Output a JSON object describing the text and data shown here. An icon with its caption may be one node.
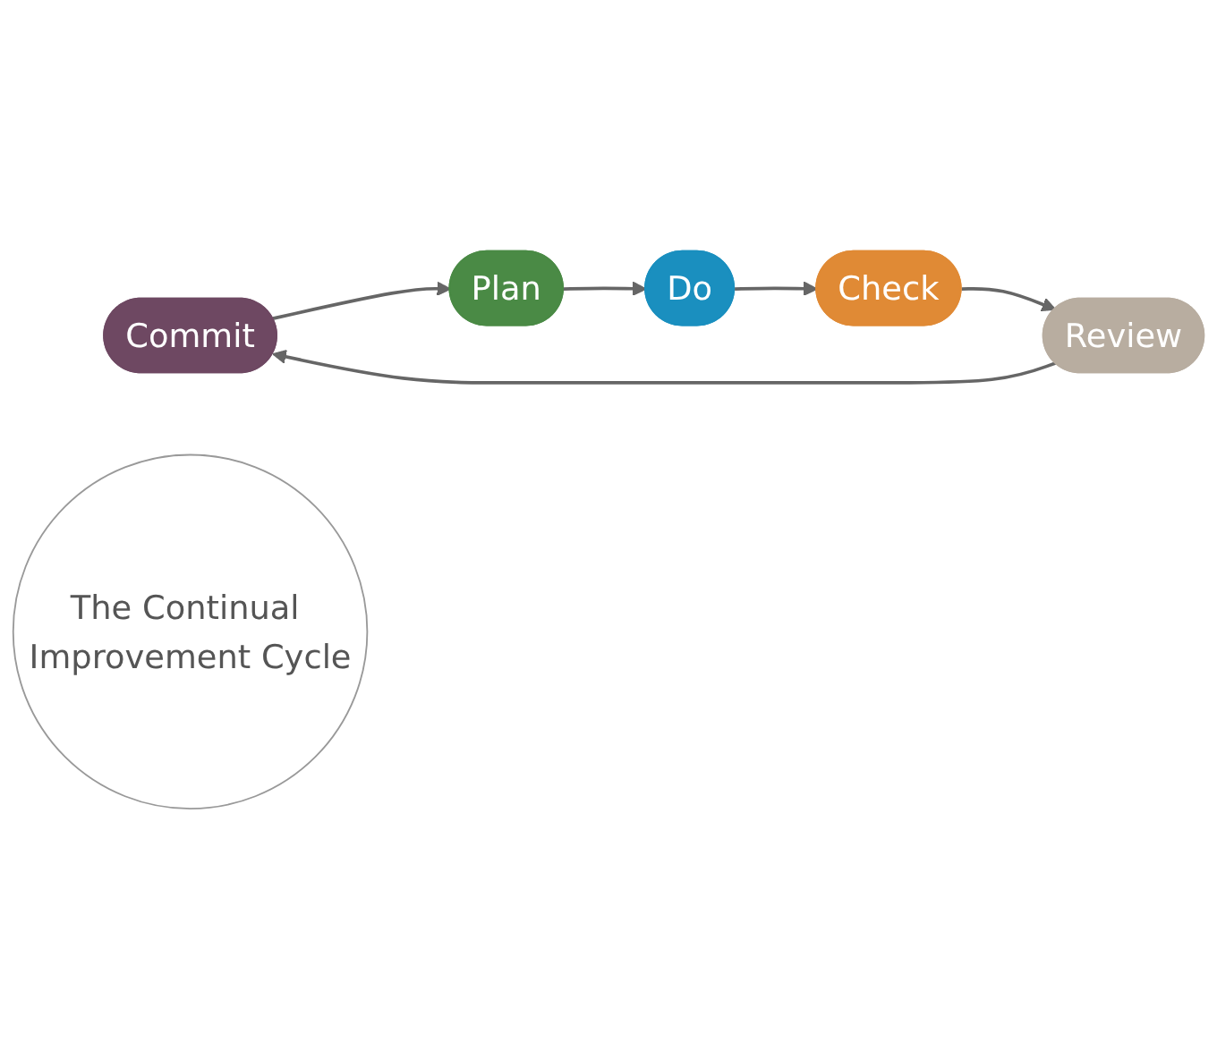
{
  "diagram": {
    "nodes": [
      {
        "text": [
          "Commit"
        ]
      },
      {
        "text": [
          "Plan"
        ]
      },
      {
        "text": [
          "Do"
        ]
      },
      {
        "text": [
          "Check"
        ]
      },
      {
        "text": [
          "Review"
        ]
      },
      {
        "text": [
          "The Continual Improvement Cycle"
        ]
      }
    ],
    "edges": [
      {
        "from": 0,
        "to": 1,
        "arrow": "to"
      },
      {
        "from": 1,
        "to": 2,
        "arrow": "to"
      },
      {
        "from": 2,
        "to": 3,
        "arrow": "to"
      },
      {
        "from": 3,
        "to": 4,
        "arrow": "to"
      },
      {
        "from": 4,
        "to": 0,
        "arrow": "to"
      }
    ]
  }
}
